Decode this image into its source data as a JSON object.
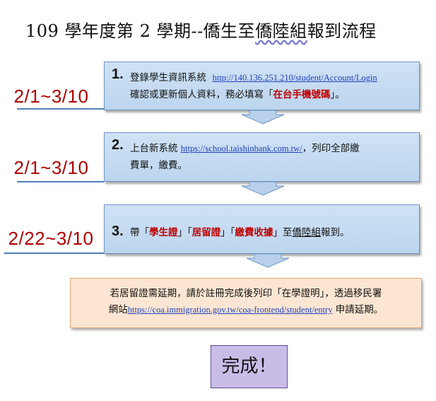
{
  "title": {
    "prefix": "109 學年度第 2 學期--僑生至",
    "office": "僑陸組",
    "suffix": "報到流程"
  },
  "steps": [
    {
      "number": "1.",
      "date": "2/1~3/10",
      "line1_text": "登錄學生資訊系統",
      "line1_link": "http://140.136.251.210/student/Account/Login",
      "line2_text_a": "確認或更新個人資料，務必填寫「",
      "line2_highlight": "在台手機號碼",
      "line2_text_b": "」。"
    },
    {
      "number": "2.",
      "date": "2/1~3/10",
      "line1_text": "上台新系統",
      "line1_link": "https://school.taishinbank.com.tw/",
      "line1_text_b": "，列印全部繳",
      "line2_text": "費單，繳費。"
    },
    {
      "number": "3.",
      "date": "2/22~3/10",
      "t_a": "帶「",
      "h1": "學生證",
      "t_b": "」「",
      "h2": "居留證",
      "t_c": "」「",
      "h3": "繳費收據",
      "t_d": "」至",
      "office": "僑陸組",
      "t_e": "報到。"
    }
  ],
  "note": {
    "line1": "若居留證需延期，請於註冊完成後列印「在學證明」，透過移民署",
    "line2_a": "網站",
    "link": "https://coa.immigration.gov.tw/coa-frontend/student/entry",
    "line2_b": "申請延期。"
  },
  "done": "完成！",
  "colors": {
    "step_fill": "#bcd5ee",
    "step_border": "#6f96c4",
    "date_red": "#b00000",
    "highlight_red": "#c00000",
    "note_fill": "#fce6d3",
    "done_fill": "#c9bde8"
  }
}
